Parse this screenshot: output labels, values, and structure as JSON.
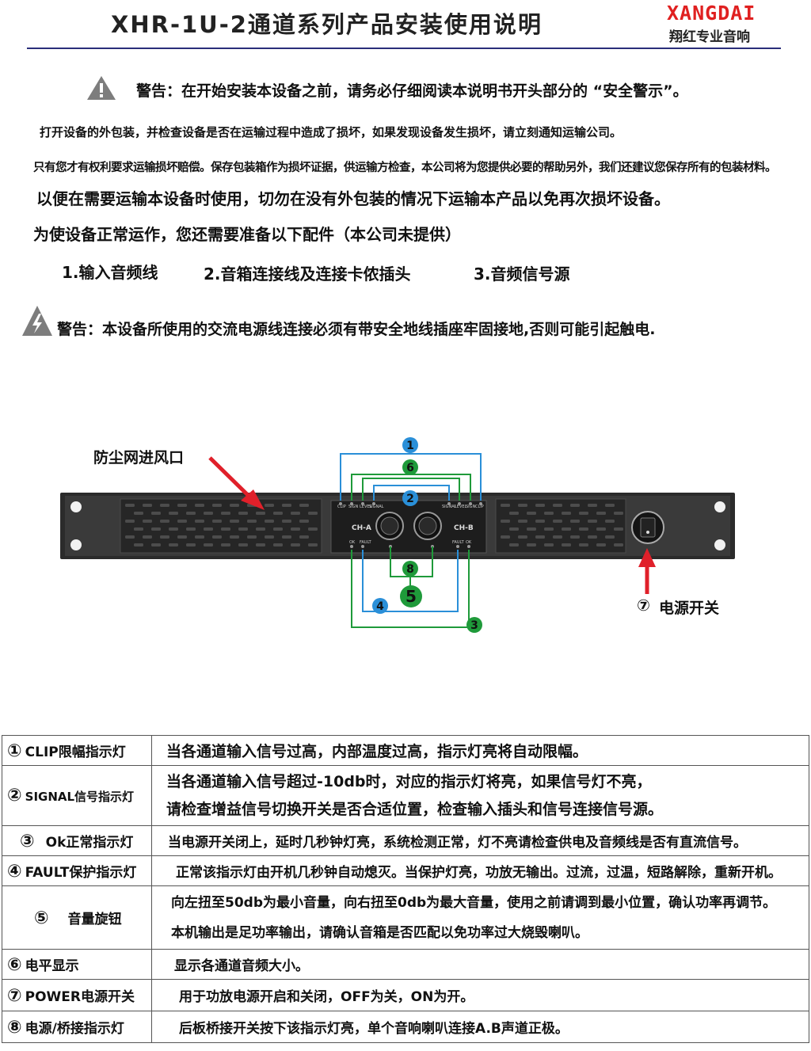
{
  "header": {
    "title": "XHR-1U-2通道系列产品安装使用说明",
    "brand_name": "XANGDAI",
    "brand_subtitle": "翔红专业音响"
  },
  "warnings": {
    "first": "警告：在开始安装本设备之前，请务必仔细阅读本说明书开头部分的 “安全警示”。",
    "second": "警告：本设备所使用的交流电源线连接必须有带安全地线插座牢固接地,否则可能引起触电."
  },
  "paragraphs": {
    "p1": "打开设备的外包装，并检查设备是否在运输过程中造成了损坏，如果发现设备发生损坏，请立刻通知运输公司。",
    "p2": "只有您才有权利要求运输损坏赔偿。保存包装箱作为损坏证据，供运输方检查，本公司将为您提供必要的帮助另外，我们还建议您保存所有的包装材料。",
    "p3": "以便在需要运输本设备时使用，切勿在没有外包装的情况下运输本产品以免再次损坏设备。",
    "p4": "为使设备正常运作，您还需要准备以下配件（本公司未提供）"
  },
  "accessories": [
    "1.输入音频线",
    "2.音箱连接线及连接卡侬插头",
    "3.音频信号源"
  ],
  "diagram": {
    "dust_label": "防尘网进风口",
    "power_label": "电源开关",
    "power_num": "⑦",
    "callouts": [
      "1",
      "6",
      "2",
      "8",
      "5",
      "4",
      "3"
    ],
    "panel_ch_a": "CH-A",
    "panel_ch_b": "CH-B",
    "panel_labels_a": [
      "CLIP",
      "SIGN",
      "LEVEL",
      "SIGNAL"
    ],
    "panel_labels_b": [
      "SIGNAL",
      "LEVEL",
      "SIGN",
      "CLIP"
    ],
    "panel_bottom_a": [
      "OK",
      "FAULT"
    ],
    "panel_bottom_b": [
      "FAULT",
      "OK"
    ]
  },
  "features": [
    {
      "num": "①",
      "name": "CLIP限幅指示灯",
      "desc": [
        "当各通道输入信号过高，内部温度过高，指示灯亮将自动限幅。"
      ]
    },
    {
      "num": "②",
      "name": "SIGNAL信号指示灯",
      "desc": [
        "当各通道输入信号超过-10db时，对应的指示灯将亮，如果信号灯不亮，",
        "请检查增益信号切换开关是否合适位置，检查输入插头和信号连接信号源。"
      ]
    },
    {
      "num": "③",
      "name": "Ok正常指示灯",
      "desc": [
        "当电源开关闭上，延时几秒钟灯亮，系统检测正常，灯不亮请检查供电及音频线是否有直流信号。"
      ]
    },
    {
      "num": "④",
      "name": "FAULT保护指示灯",
      "desc": [
        "正常该指示灯由开机几秒钟自动熄灭。当保护灯亮，功放无输出。过流，过温，短路解除，重新开机。"
      ]
    },
    {
      "num": "⑤",
      "name": "音量旋钮",
      "desc": [
        "向左扭至50db为最小音量，向右扭至0db为最大音量，使用之前请调到最小位置，确认功率再调节。",
        "本机输出是足功率输出，请确认音箱是否匹配以免功率过大烧毁喇叭。"
      ]
    },
    {
      "num": "⑥",
      "name": "电平显示",
      "desc": [
        "显示各通道音频大小。"
      ]
    },
    {
      "num": "⑦",
      "name": "POWER电源开关",
      "desc": [
        "用于功放电源开启和关闭，OFF为关，ON为开。"
      ]
    },
    {
      "num": "⑧",
      "name": "电源/桥接指示灯",
      "desc": [
        "后板桥接开关按下该指示灯亮，单个音响喇叭连接A.B声道正极。"
      ]
    }
  ],
  "colors": {
    "brand_red": "#e02020",
    "rule_blue": "#2a2e7a",
    "callout_blue": "#2a8fd8",
    "callout_green": "#1f9a3a",
    "arrow_red": "#e0202a"
  }
}
